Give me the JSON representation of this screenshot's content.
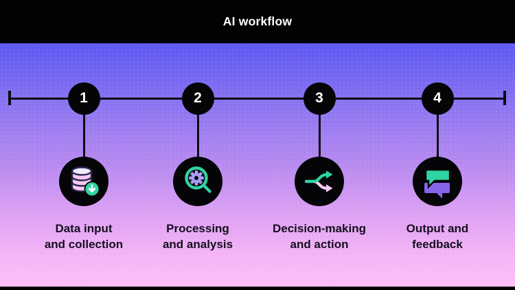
{
  "title": "AI workflow",
  "colors": {
    "header_bg": "#020203",
    "gradient_top": "#3c4df6",
    "gradient_bottom": "#ffbff8",
    "accent_teal": "#2fd4a4",
    "accent_lavender": "#a89cf2",
    "accent_pink": "#f8c9f0",
    "accent_purple": "#8765e8",
    "label_text": "#150e1f"
  },
  "steps": [
    {
      "number": "1",
      "label_line1": "Data input",
      "label_line2": "and collection",
      "icon": "database-download-icon"
    },
    {
      "number": "2",
      "label_line1": "Processing",
      "label_line2": "and analysis",
      "icon": "gear-magnifier-icon"
    },
    {
      "number": "3",
      "label_line1": "Decision-making",
      "label_line2": "and action",
      "icon": "branching-arrows-icon"
    },
    {
      "number": "4",
      "label_line1": "Output and",
      "label_line2": "feedback",
      "icon": "speech-bubbles-icon"
    }
  ]
}
